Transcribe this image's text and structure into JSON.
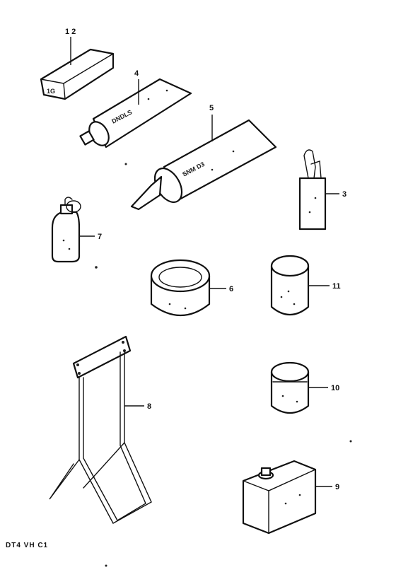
{
  "diagram": {
    "caption": "DT4 VH C1",
    "parts": [
      {
        "id": "1-2",
        "callout": "1 2"
      },
      {
        "id": "3",
        "callout": "3"
      },
      {
        "id": "4",
        "callout": "4"
      },
      {
        "id": "5",
        "callout": "5"
      },
      {
        "id": "6",
        "callout": "6"
      },
      {
        "id": "7",
        "callout": "7"
      },
      {
        "id": "8",
        "callout": "8"
      },
      {
        "id": "9",
        "callout": "9"
      },
      {
        "id": "10",
        "callout": "10"
      },
      {
        "id": "11",
        "callout": "11"
      }
    ],
    "labels": {
      "block_text": "1G",
      "tube4_text": "DNDLS",
      "tube5_text": "SNM D3"
    }
  }
}
